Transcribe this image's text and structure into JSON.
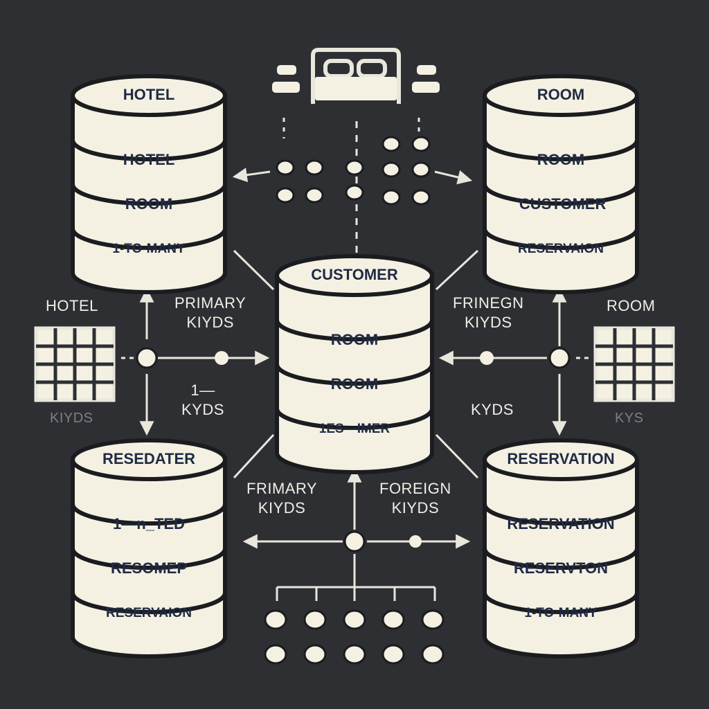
{
  "colors": {
    "background": "#2d2f33",
    "db_fill": "#f4f1e3",
    "db_outline": "#1b1c1f",
    "label_text": "#1f2a44",
    "line": "#e9e7dc"
  },
  "databases": {
    "top_left": {
      "labels": [
        "HOTEL",
        "HOTEL",
        "ROOM",
        "1-TO-MANY"
      ]
    },
    "top_right": {
      "labels": [
        "ROOM",
        "ROOM",
        "'CUSTOMER",
        "RESERVAION"
      ]
    },
    "center": {
      "labels": [
        "CUSTOMER",
        "ROOM",
        "ROOM",
        "1ES—IMER"
      ]
    },
    "bottom_left": {
      "labels": [
        "RESEDATER",
        "1—n_TED",
        "RESOMEP",
        "RESERVAION"
      ]
    },
    "bottom_right": {
      "labels": [
        "RESERVATION",
        "RESERVATION",
        "RESERVTON",
        "1-TO-MANY"
      ]
    }
  },
  "side_labels": {
    "left_table_title": "HOTEL",
    "left_table_caption": "KIYDS",
    "right_table_title": "ROOM",
    "right_table_caption": "KYS",
    "left_keys": [
      "PRIMARY",
      "KIYDS"
    ],
    "left_keys_sub": [
      "1—",
      "KYDS"
    ],
    "right_keys": [
      "FRINEGN",
      "KIYDS"
    ],
    "right_keys_sub": "KYDS",
    "bottom_left_keys": [
      "FRIMARY",
      "KIYDS"
    ],
    "bottom_right_keys": [
      "FOREIGN",
      "KIYDS"
    ]
  },
  "icons": {
    "top": "bed-icon",
    "left_grid": "table-grid-icon",
    "right_grid": "table-grid-icon",
    "junctions": "junction-node-icon"
  }
}
